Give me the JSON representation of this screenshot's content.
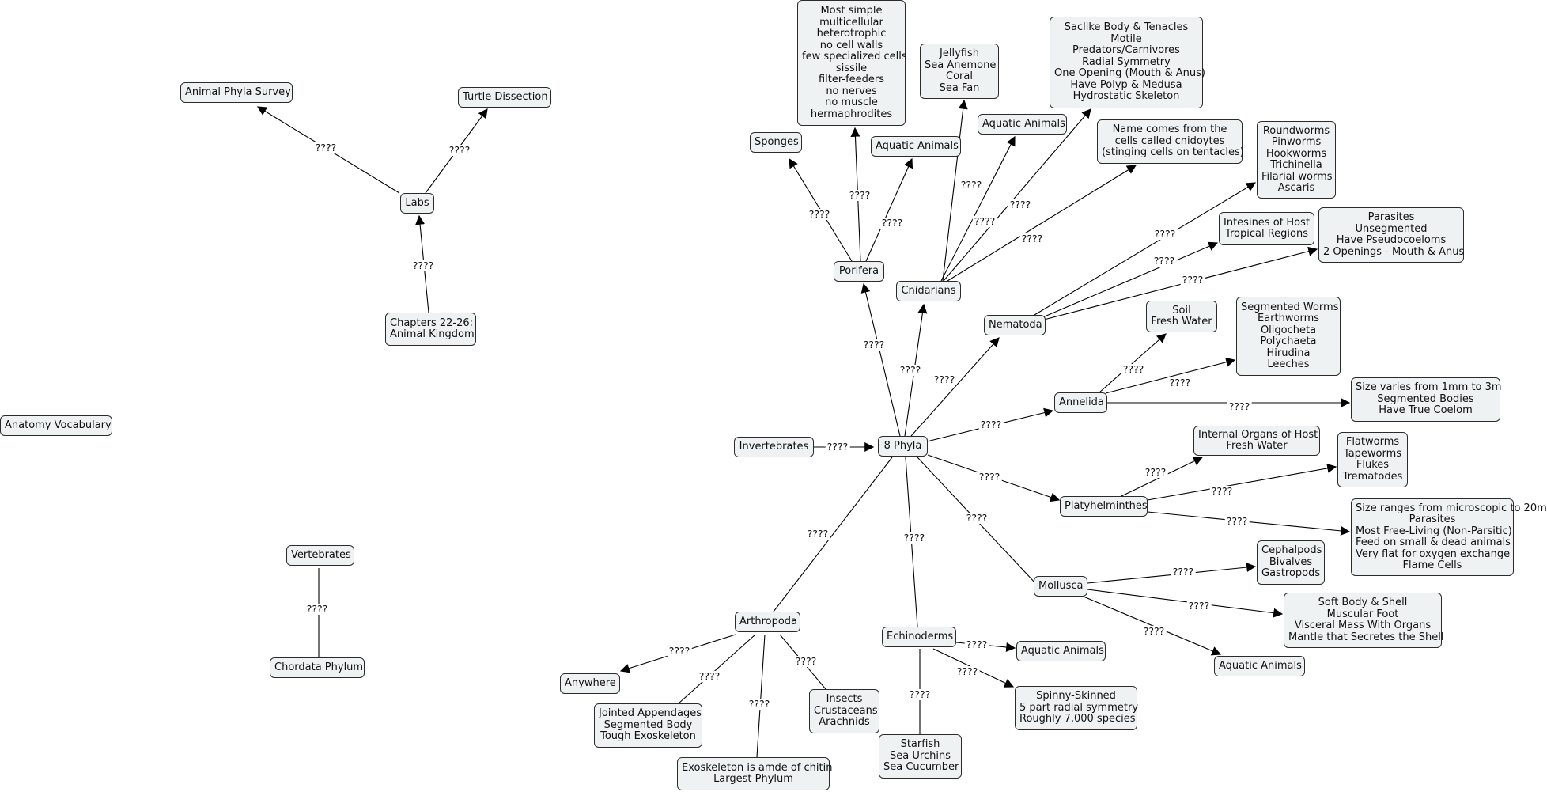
{
  "link_label": "????",
  "nodes": {
    "animal_phyla_survey": [
      "Animal Phyla Survey"
    ],
    "turtle_dissection": [
      "Turtle Dissection"
    ],
    "labs": [
      "Labs"
    ],
    "chapters": [
      "Chapters 22-26:",
      "Animal Kingdom"
    ],
    "anatomy_vocab": [
      "Anatomy Vocabulary"
    ],
    "vertebrates": [
      "Vertebrates"
    ],
    "chordata": [
      "Chordata Phylum"
    ],
    "sponges": [
      "Sponges"
    ],
    "sponge_traits": [
      "Most simple",
      "multicellular",
      "heterotrophic",
      "no cell walls",
      "few specialized cells",
      "sissile",
      "filter-feeders",
      "no nerves",
      "no muscle",
      "hermaphrodites"
    ],
    "jellyfish": [
      "Jellyfish",
      "Sea Anemone",
      "Coral",
      "Sea Fan"
    ],
    "cnidarian_traits": [
      "Saclike Body & Tenacles",
      "Motile",
      "Predators/Carnivores",
      "Radial Symmetry",
      "One Opening (Mouth & Anus)",
      "Have Polyp & Medusa",
      "Hydrostatic Skeleton"
    ],
    "aquatic_porifera": [
      "Aquatic Animals"
    ],
    "aquatic_cnidarians": [
      "Aquatic Animals"
    ],
    "name_comes": [
      "Name comes from the",
      "cells called cnidoytes",
      "(stinging cells on tentacles)"
    ],
    "roundworms": [
      "Roundworms",
      "Pinworms",
      "Hookworms",
      "Trichinella",
      "Filarial worms",
      "Ascaris"
    ],
    "intestines": [
      "Intesines of Host",
      "Tropical Regions"
    ],
    "nematoda_traits": [
      "Parasites",
      "Unsegmented",
      "Have Pseudocoeloms",
      "2 Openings - Mouth & Anus"
    ],
    "porifera": [
      "Porifera"
    ],
    "cnidarians": [
      "Cnidarians"
    ],
    "nematoda": [
      "Nematoda"
    ],
    "soil": [
      "Soil",
      "Fresh Water"
    ],
    "segmented_worms": [
      "Segmented Worms",
      "Earthworms",
      "Oligocheta",
      "Polychaeta",
      "Hirudina",
      "Leeches"
    ],
    "annelida": [
      "Annelida"
    ],
    "annelida_size": [
      "Size varies from 1mm to 3m",
      "Segmented Bodies",
      "Have True Coelom"
    ],
    "invertebrates": [
      "Invertebrates"
    ],
    "eight_phyla": [
      "8 Phyla"
    ],
    "internal_organs": [
      "Internal Organs of Host",
      "Fresh Water"
    ],
    "flatworms": [
      "Flatworms",
      "Tapeworms",
      "Flukes",
      "Trematodes"
    ],
    "platyhelminthes": [
      "Platyhelminthes"
    ],
    "platy_traits": [
      "Size ranges from microscopic to 20m",
      "Parasites",
      "Most Free-Living (Non-Parsitic)",
      "Feed on small & dead animals",
      "Very flat for oxygen exchange",
      "Flame Cells"
    ],
    "cephalopods": [
      "Cephalpods",
      "Bivalves",
      "Gastropods"
    ],
    "mollusca": [
      "Mollusca"
    ],
    "mollusca_traits": [
      "Soft Body & Shell",
      "Muscular Foot",
      "Visceral Mass With Organs",
      "Mantle that Secretes the Shell"
    ],
    "aquatic_mollusca": [
      "Aquatic Animals"
    ],
    "arthropoda": [
      "Arthropoda"
    ],
    "anywhere": [
      "Anywhere"
    ],
    "jointed": [
      "Jointed Appendages",
      "Segmented Body",
      "Tough Exoskeleton"
    ],
    "exoskeleton": [
      "Exoskeleton is amde of chitin",
      "Largest Phylum"
    ],
    "insects": [
      "Insects",
      "Crustaceans",
      "Arachnids"
    ],
    "echinoderms": [
      "Echinoderms"
    ],
    "aquatic_echinoderms": [
      "Aquatic Animals"
    ],
    "spinny": [
      "Spinny-Skinned",
      "5 part radial symmetry",
      "Roughly 7,000 species"
    ],
    "starfish": [
      "Starfish",
      "Sea Urchins",
      "Sea Cucumber"
    ]
  }
}
